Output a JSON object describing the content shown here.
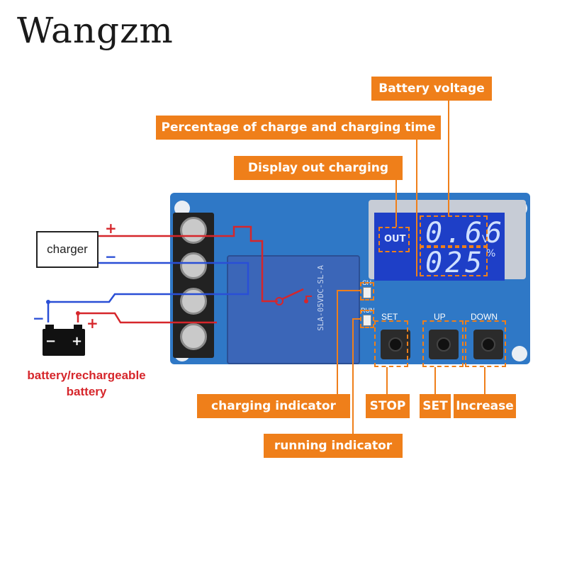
{
  "brand": "Wangzm",
  "callouts": {
    "battery_voltage": "Battery voltage",
    "percentage_time": "Percentage of charge and charging time",
    "display_out": "Display out charging",
    "charging_indicator": "charging indicator",
    "stop": "STOP",
    "set": "SET",
    "increase": "Increase",
    "running_indicator": "running indicator"
  },
  "charger": {
    "label": "charger",
    "plus": "+",
    "minus": "−"
  },
  "battery": {
    "label_line1": "battery/rechargeable",
    "label_line2": "battery",
    "plus": "+",
    "minus": "−",
    "icon_plus": "+",
    "icon_minus": "−"
  },
  "lcd": {
    "out": "OUT",
    "voltage": "0.66",
    "voltage_unit": "V",
    "percent": "025",
    "percent_unit": "%"
  },
  "board_silk": {
    "set": "SET",
    "up": "UP",
    "down": "DOWN",
    "ch": "CH",
    "run": "RUN",
    "relay_text": "SLA-05VDC-SL-A"
  },
  "colors": {
    "callout": "#ef7f1a",
    "board": "#2f78c6",
    "wire_red": "#d6262b",
    "wire_blue": "#2a4fd6"
  }
}
